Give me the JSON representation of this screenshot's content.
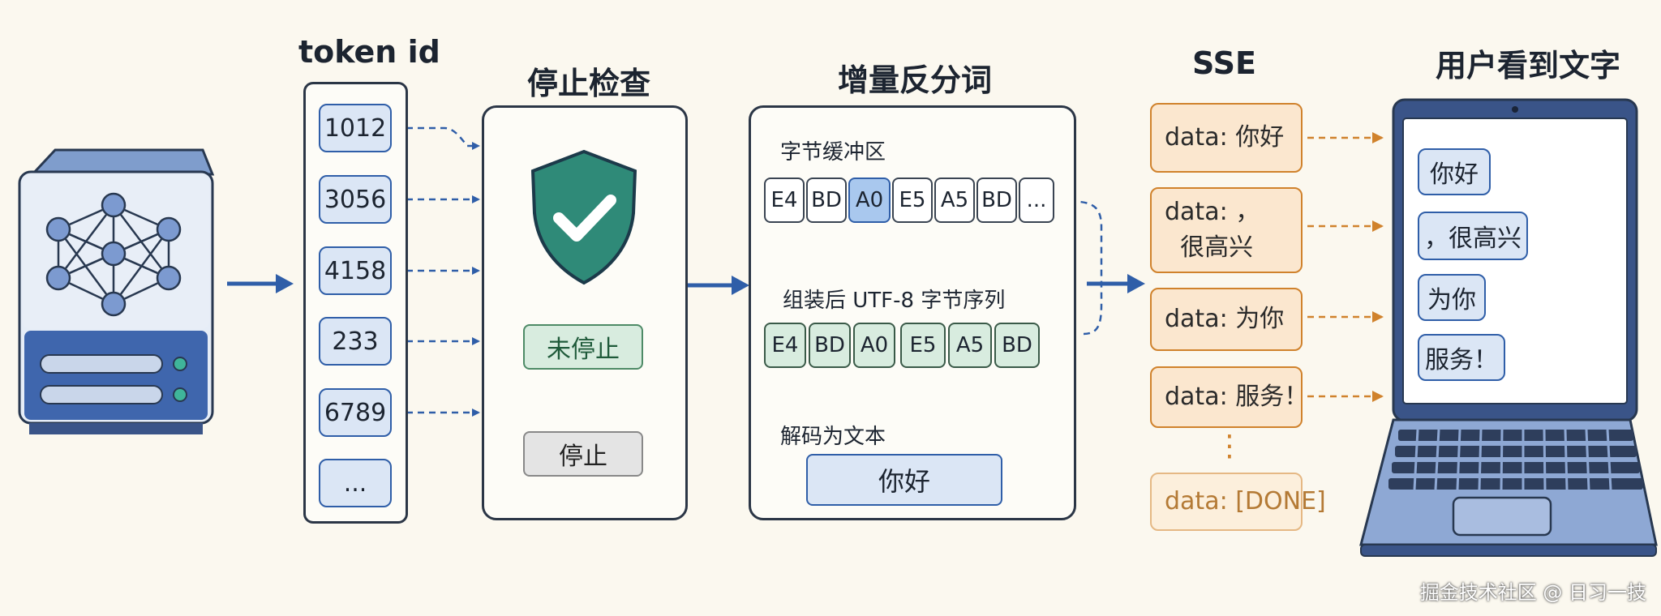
{
  "sections": {
    "token_title": "token id",
    "stop_title": "停止检查",
    "detok_title": "增量反分词",
    "sse_title": "SSE",
    "user_title": "用户看到文字"
  },
  "tokens": [
    "1012",
    "3056",
    "4158",
    "233",
    "6789",
    "..."
  ],
  "stop_check": {
    "not_stopped": "未停止",
    "stopped": "停止"
  },
  "detok": {
    "buffer_label": "字节缓冲区",
    "buffer_bytes": [
      "E4",
      "BD",
      "A0",
      "E5",
      "A5",
      "BD",
      "..."
    ],
    "assembled_label": "组装后 UTF-8 字节序列",
    "assembled_bytes": [
      "E4",
      "BD",
      "A0",
      "E5",
      "A5",
      "BD"
    ],
    "decode_label": "解码为文本",
    "decoded_text": "你好"
  },
  "sse_events": [
    "data: 你好",
    "data: ，\n  很高兴",
    "data: 为你",
    "data: 服务！",
    "data: [DONE]"
  ],
  "sse_ellipsis": "⋮",
  "user_messages": [
    "你好",
    "，很高兴",
    "为你",
    "服务！"
  ],
  "watermark": "掘金技术社区 @ 日习一技",
  "colors": {
    "blue_accent": "#2f5ea8",
    "orange_accent": "#d0822c",
    "green_status": "#d8ecdf",
    "shield": "#2f8a78"
  },
  "icons": [
    "server-icon",
    "neural-network-icon",
    "shield-check-icon",
    "laptop-icon"
  ]
}
